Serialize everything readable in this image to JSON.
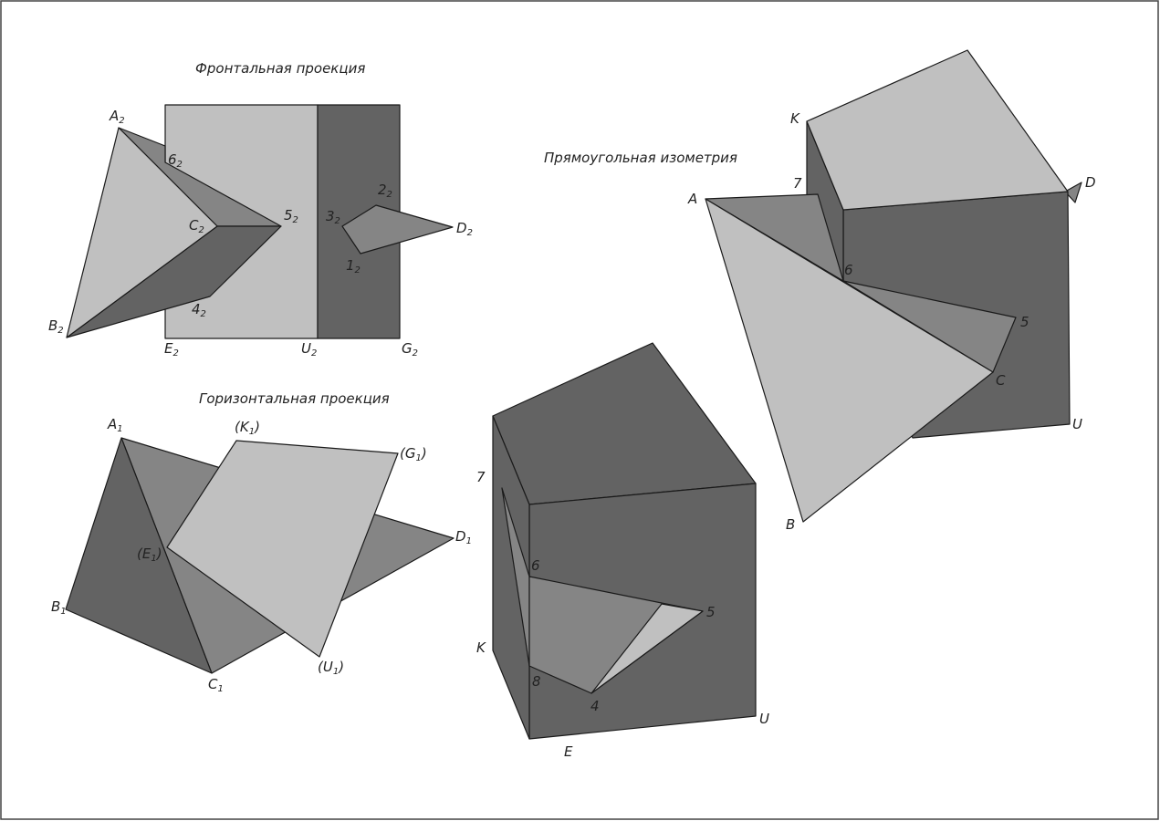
{
  "titles": {
    "frontal": "Фронтальная проекция",
    "horizontal": "Горизонтальная проекция",
    "isometry": "Прямоугольная изометрия"
  },
  "colors": {
    "light": "#c0c0c0",
    "mid": "#858585",
    "dark": "#636363",
    "edge": "#1a1a1a",
    "frame": "#444444"
  },
  "frontal_labels": {
    "A": {
      "base": "A",
      "sub": "2"
    },
    "B": {
      "base": "B",
      "sub": "2"
    },
    "C": {
      "base": "C",
      "sub": "2"
    },
    "D": {
      "base": "D",
      "sub": "2"
    },
    "E": {
      "base": "E",
      "sub": "2"
    },
    "U": {
      "base": "U",
      "sub": "2"
    },
    "G": {
      "base": "G",
      "sub": "2"
    },
    "p1": {
      "base": "1",
      "sub": "2"
    },
    "p2": {
      "base": "2",
      "sub": "2"
    },
    "p3": {
      "base": "3",
      "sub": "2"
    },
    "p4": {
      "base": "4",
      "sub": "2"
    },
    "p5": {
      "base": "5",
      "sub": "2"
    },
    "p6": {
      "base": "6",
      "sub": "2"
    }
  },
  "horizontal_labels": {
    "A": {
      "base": "A",
      "sub": "1"
    },
    "B": {
      "base": "B",
      "sub": "1"
    },
    "C": {
      "base": "C",
      "sub": "1"
    },
    "D": {
      "base": "D",
      "sub": "1"
    },
    "E": {
      "pre": "(E",
      "sub": "1",
      "post": ")"
    },
    "K": {
      "pre": "(K",
      "sub": "1",
      "post": ")"
    },
    "G": {
      "pre": "(G",
      "sub": "1",
      "post": ")"
    },
    "U": {
      "pre": "(U",
      "sub": "1",
      "post": ")"
    }
  },
  "iso_top_labels": {
    "A": "A",
    "B": "B",
    "C": "C",
    "D": "D",
    "K": "K",
    "U": "U",
    "p5": "5",
    "p6": "6",
    "p7": "7"
  },
  "iso_bottom_labels": {
    "E": "E",
    "K": "K",
    "U": "U",
    "p4": "4",
    "p5": "5",
    "p6": "6",
    "p7": "7",
    "p8": "8"
  }
}
